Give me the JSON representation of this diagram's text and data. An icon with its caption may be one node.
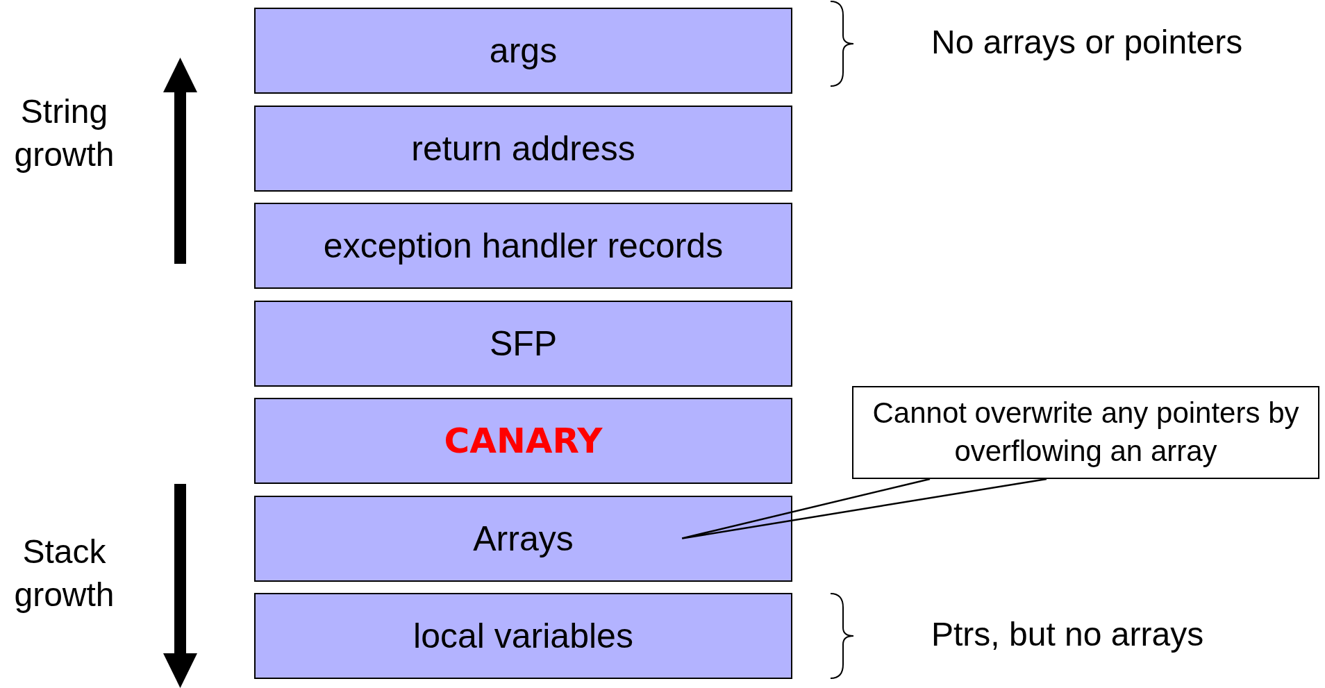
{
  "diagram": {
    "nodes": [
      {
        "text": [
          "args"
        ]
      },
      {
        "text": [
          "return address"
        ]
      },
      {
        "text": [
          "exception handler records"
        ]
      },
      {
        "text": [
          "SFP"
        ]
      },
      {
        "text": [
          "CANARY"
        ]
      },
      {
        "text": [
          "Arrays"
        ]
      },
      {
        "text": [
          "local variables"
        ]
      },
      {
        "text": [
          "Cannot overwrite any pointers by overflowing an array"
        ]
      }
    ],
    "edges": [
      {
        "from": 7,
        "to": 5,
        "arrow": "none"
      }
    ],
    "labels": [
      "No arrays or pointers",
      "String growth",
      "Stack growth",
      "Ptrs, but no arrays"
    ]
  }
}
